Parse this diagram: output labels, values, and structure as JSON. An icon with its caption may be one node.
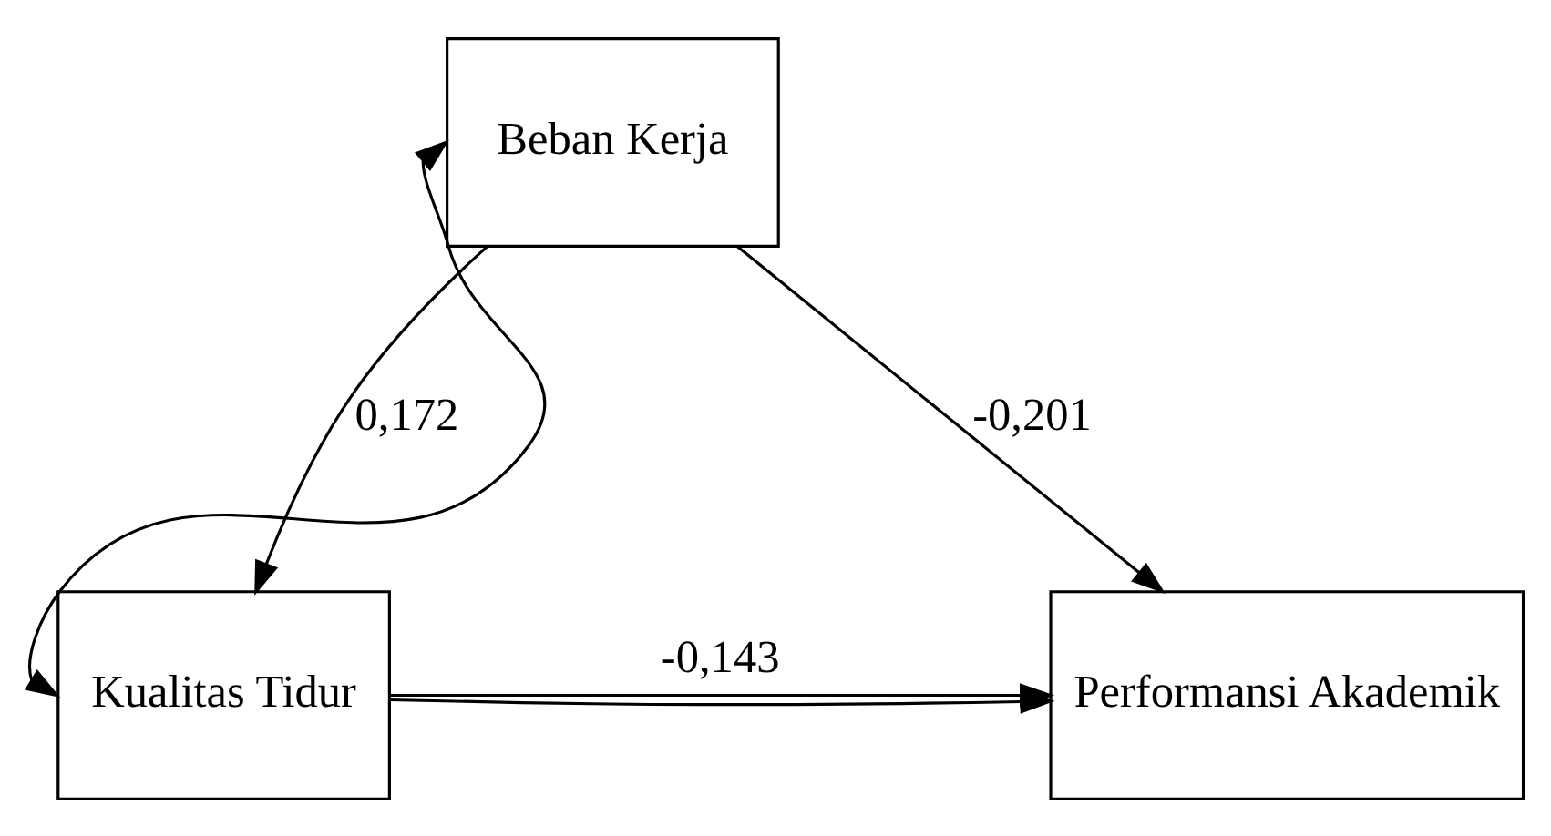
{
  "diagram": {
    "nodes": [
      {
        "text": [
          "Beban Kerja"
        ]
      },
      {
        "text": [
          "Kualitas Tidur"
        ]
      },
      {
        "text": [
          "Performansi Akademik"
        ]
      }
    ],
    "edges": [
      {
        "from": 0,
        "to": 1,
        "arrow": "to",
        "label": "0,172"
      },
      {
        "from": 0,
        "to": 1,
        "arrow": "both"
      },
      {
        "from": 0,
        "to": 2,
        "arrow": "to",
        "label": "-0,201"
      },
      {
        "from": 1,
        "to": 2,
        "arrow": "to"
      },
      {
        "from": 1,
        "to": 2,
        "arrow": "to",
        "label": "-0,143"
      }
    ]
  }
}
